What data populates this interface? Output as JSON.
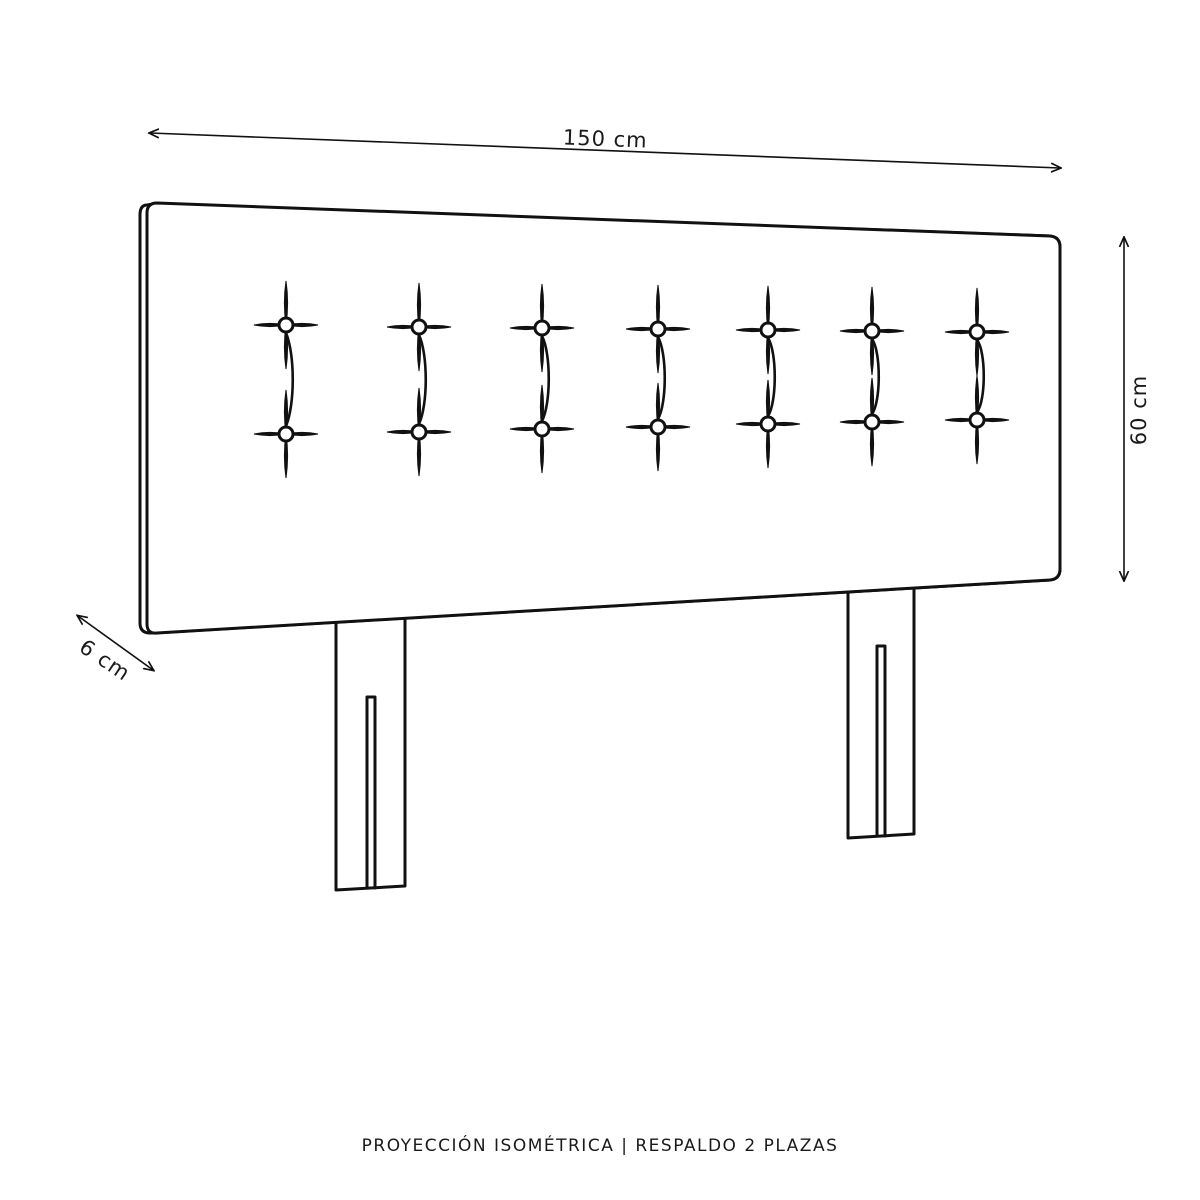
{
  "dimensions": {
    "width_label": "150 cm",
    "height_label": "60 cm",
    "depth_label": "6 cm"
  },
  "caption": "PROYECCIÓN ISOMÉTRICA | RESPALDO 2 PLAZAS",
  "tufting": {
    "columns": 7,
    "rows": 2
  },
  "colors": {
    "line": "#111111",
    "background": "#ffffff"
  }
}
